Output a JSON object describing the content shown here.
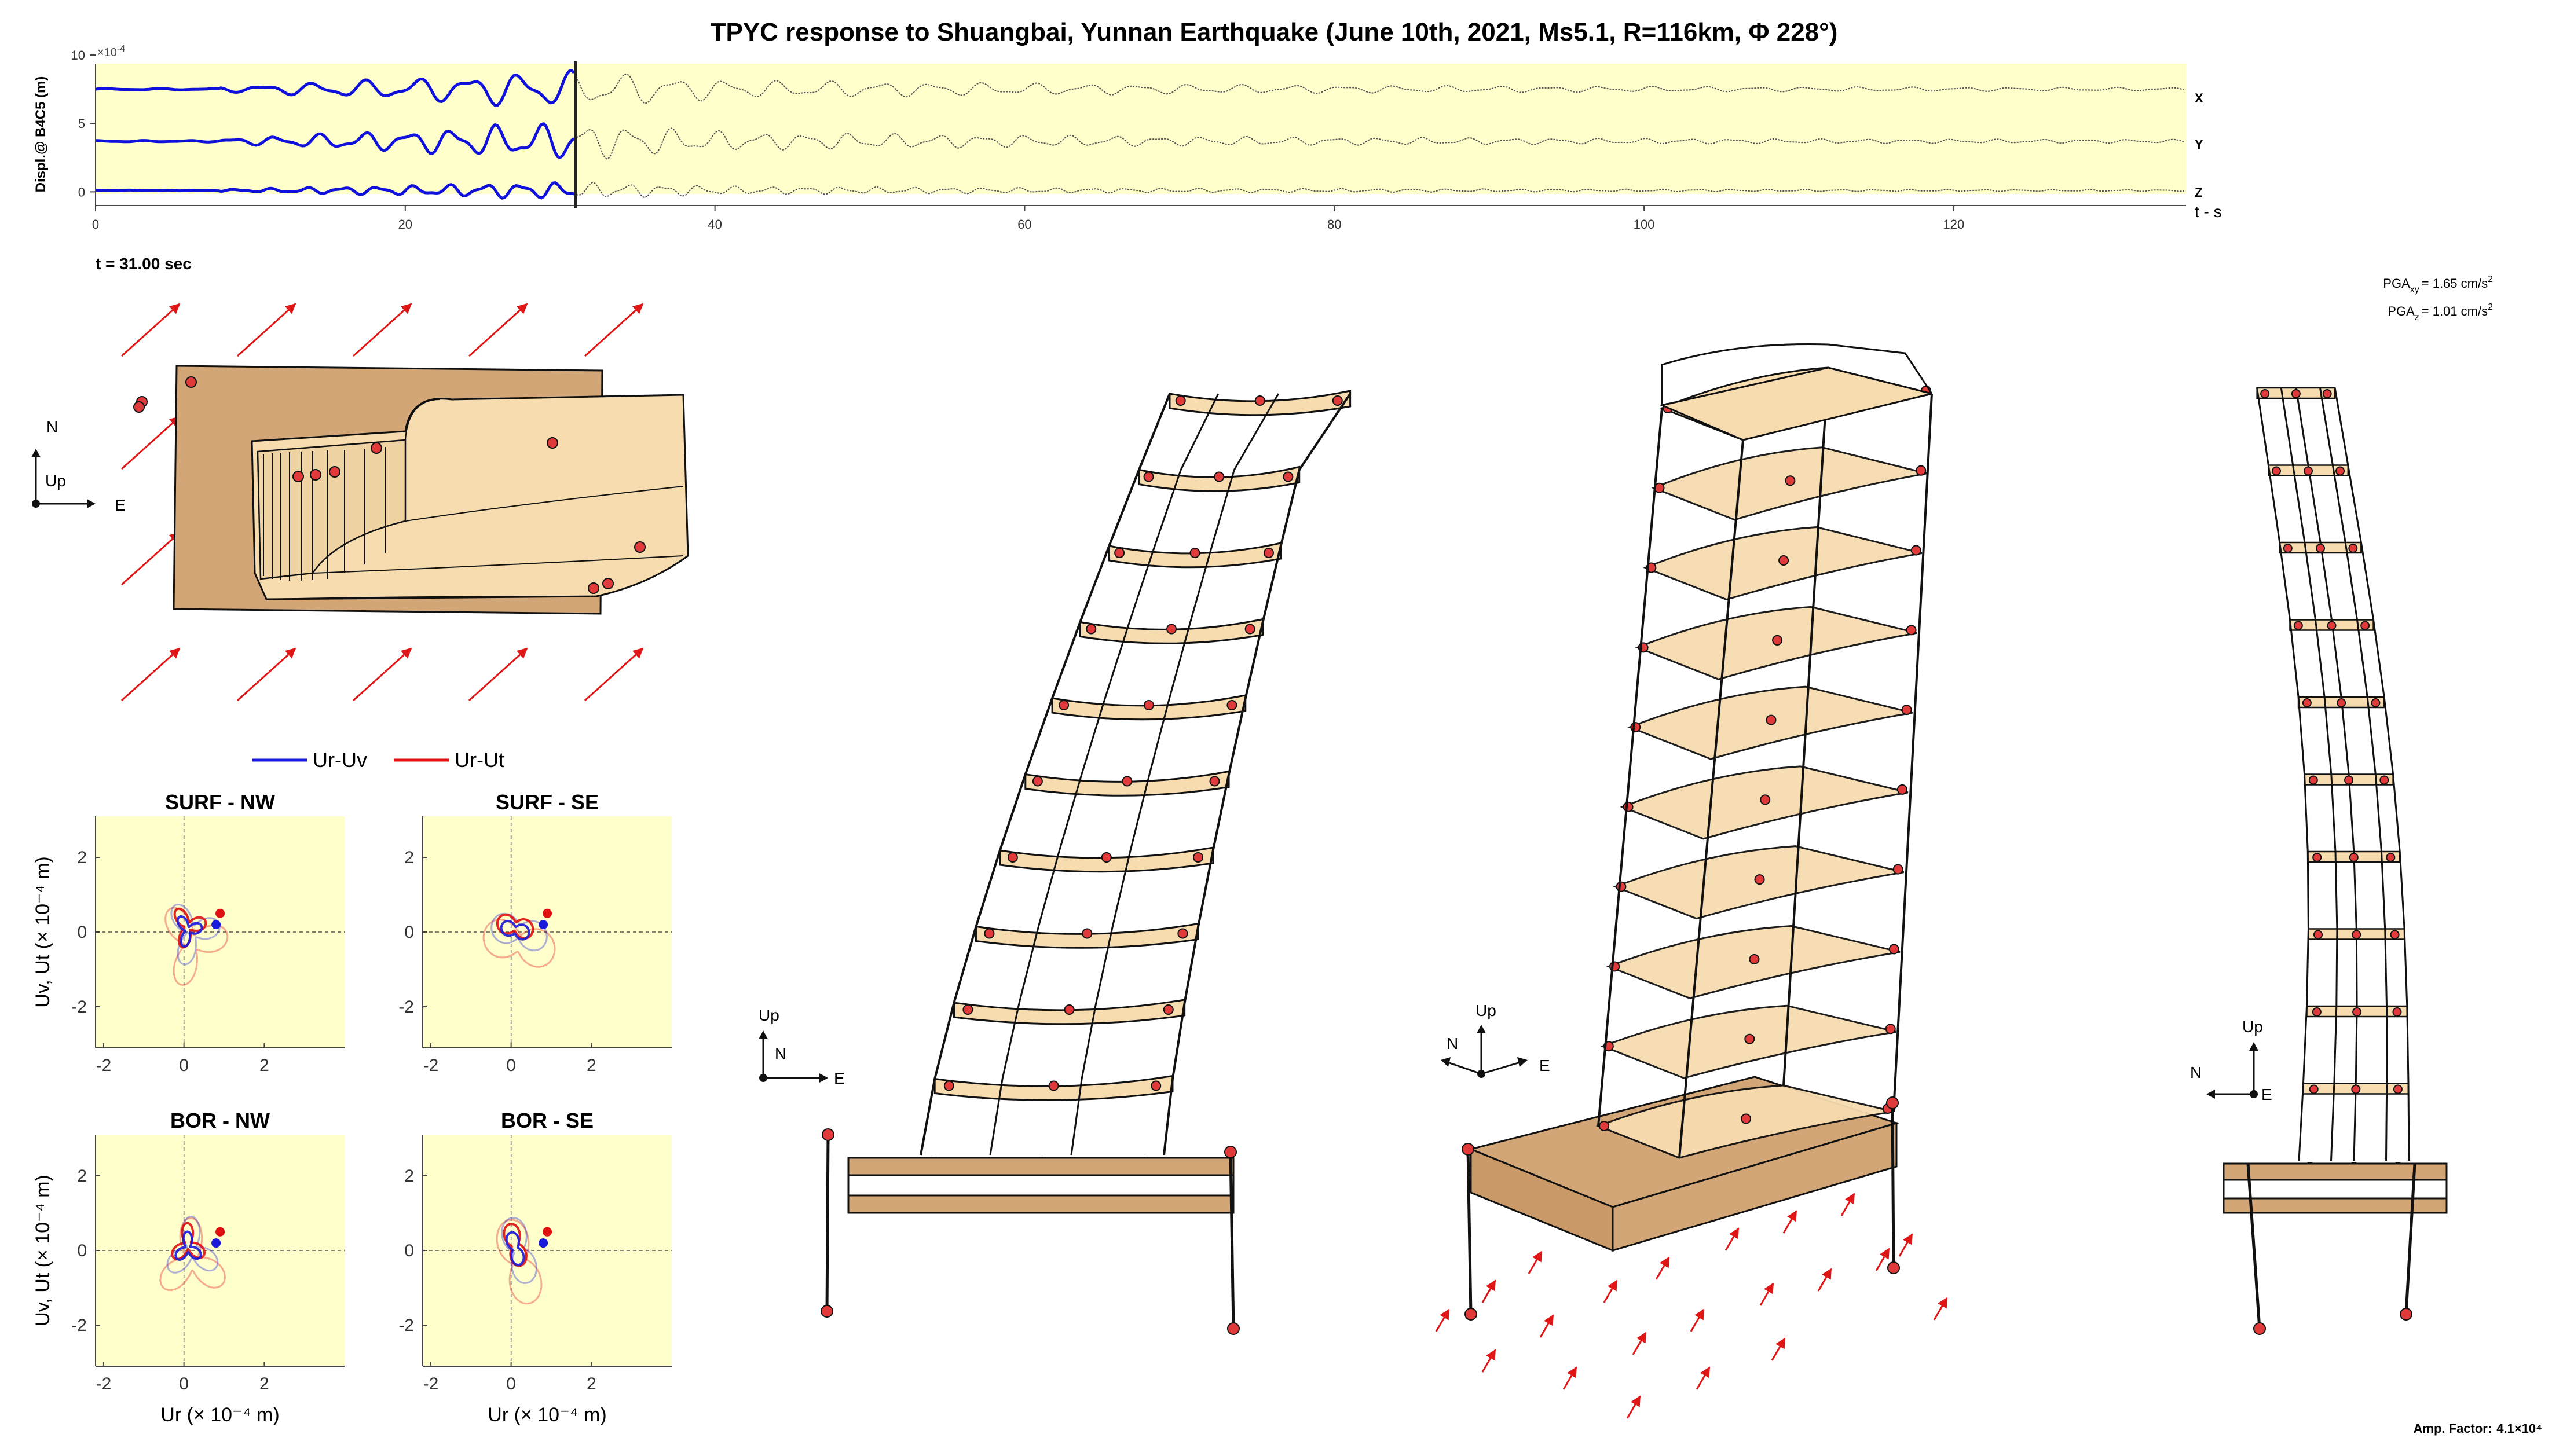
{
  "title": "TPYC response to Shuangbai, Yunnan Earthquake (June 10th, 2021, Ms5.1, R=116km, Φ 228°)",
  "time_series": {
    "ylabel": "Displ.@ B4C5 (m)",
    "exponent": "×10",
    "exponent_power": "-4",
    "y_ticks": [
      "0",
      "5",
      "10"
    ],
    "x_ticks": [
      "0",
      "20",
      "40",
      "60",
      "80",
      "100",
      "120"
    ],
    "channel_labels": [
      "X",
      "Y",
      "Z"
    ],
    "xlabel": "t - s",
    "current_time_label": "t = 31.00 sec",
    "current_time": 31,
    "x_range": [
      0,
      135
    ],
    "y_range": [
      -1,
      10
    ],
    "colors": {
      "background": "#ffffcc",
      "past_trace": "#1010dd",
      "future_trace": "#555555",
      "cursor": "#222222"
    }
  },
  "pga": {
    "xy_prefix": "PGA",
    "xy_sub": "xy",
    "xy_value": "= 1.65 cm/s",
    "xy_sup": "2",
    "z_prefix": "PGA",
    "z_sub": "z",
    "z_value": "= 1.01 cm/s",
    "z_sup": "2"
  },
  "plan_axes": {
    "n": "N",
    "up": "Up",
    "e": "E"
  },
  "legend": {
    "blue": "Ur-Uv",
    "red": "Ur-Ut",
    "blue_color": "#1a1adb",
    "red_color": "#e01010"
  },
  "orbit_panels": [
    {
      "title": "SURF - NW"
    },
    {
      "title": "SURF - SE"
    },
    {
      "title": "BOR - NW"
    },
    {
      "title": "BOR - SE"
    }
  ],
  "orbit_axes": {
    "ticks": [
      "-2",
      "0",
      "2"
    ],
    "xlabel": "Ur (× 10⁻⁴ m)",
    "ylabel": "Uv, Ut (× 10⁻⁴ m)"
  },
  "view_axes": [
    {
      "up": "Up",
      "n": "N",
      "e": "E"
    },
    {
      "up": "Up",
      "n": "N",
      "e": "E"
    },
    {
      "up": "Up",
      "n": "N",
      "e": "E"
    }
  ],
  "amp_factor_label": "Amp. Factor:",
  "amp_factor_value": "4.1×10⁴",
  "colors": {
    "slab": "#f7dcb0",
    "base": "#d2a676",
    "node": "#e03a3a",
    "arrow": "#e01515"
  }
}
